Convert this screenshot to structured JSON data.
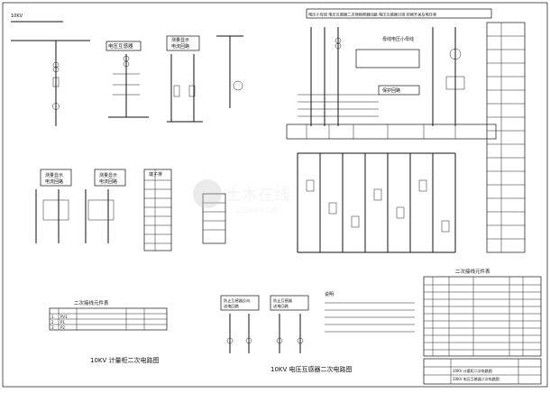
{
  "watermark": {
    "cn": "土木在线",
    "en": "COI88.COM"
  },
  "left_panel": {
    "caption": "10KV 计量柜二次电路图",
    "busbar_label": "10KV",
    "section_a_title": "电压互感器",
    "section_b_title_1": "测量显示",
    "section_b_title_2": "电流回路",
    "lower_title_1": "测量显示",
    "lower_title_2": "电流回路",
    "terminal_title": "端子排",
    "table_title": "二次接线元件表",
    "table_rows": [
      [
        "1",
        "PV1",
        "",
        "",
        ""
      ],
      [
        "2",
        "P1",
        "",
        "",
        ""
      ],
      [
        "3",
        "P2",
        "",
        "",
        ""
      ]
    ]
  },
  "right_panel": {
    "header": "电压小母线 电压互感器二次侧熔断器回路 电压互感器引线 转换开关及电压表",
    "bus_title": "母线电压小母线",
    "bus_sub": "保护回路",
    "caption": "10KV 电压互感器二次电路图",
    "table_title": "二次接线元件表",
    "notes_title": "说明",
    "lower_left_title_1": "防止互感器反向",
    "lower_left_title_2": "送电回路",
    "lower_mid_title_1": "防止互感器",
    "lower_mid_title_2": "送电回路"
  },
  "title_block": {
    "rows": [
      "10KV 计量柜二次电路图",
      "10KV 电压互感器二次电路图"
    ]
  }
}
